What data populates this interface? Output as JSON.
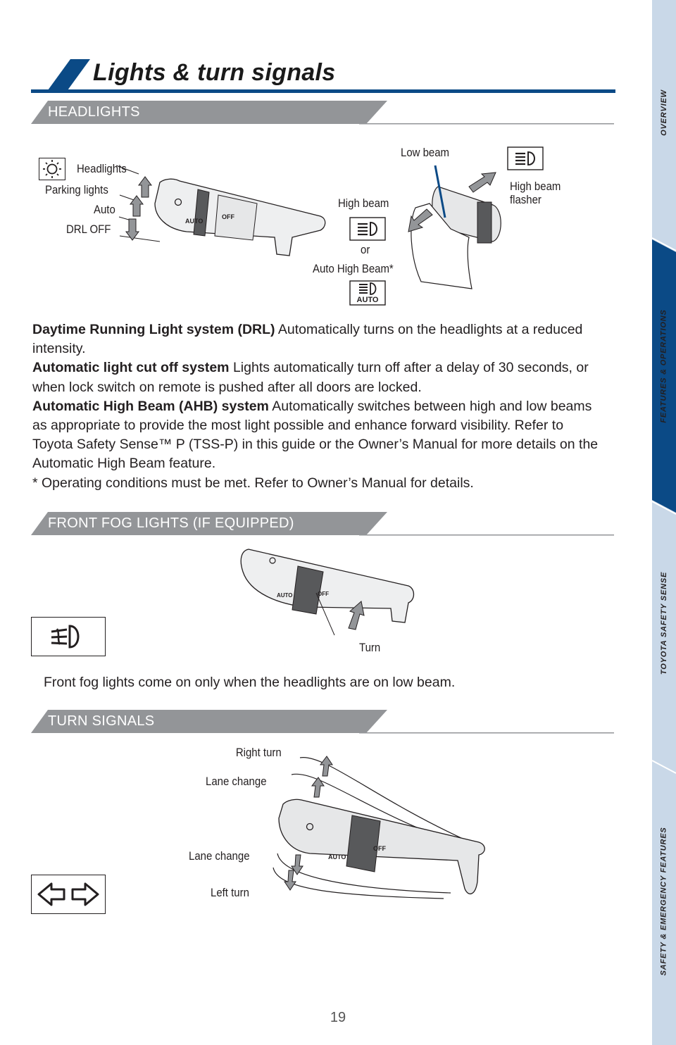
{
  "title": "Lights & turn signals",
  "sections": {
    "headlights": "HEADLIGHTS",
    "fog": "FRONT FOG LIGHTS (IF EQUIPPED)",
    "turn": "TURN SIGNALS"
  },
  "headlight_labels": {
    "headlights": "Headlights",
    "parking": "Parking lights",
    "auto": "Auto",
    "drl_off": "DRL OFF",
    "low_beam": "Low beam",
    "high_beam": "High beam",
    "or": "or",
    "auto_high_beam": "Auto High Beam*",
    "high_beam_flasher_1": "High beam",
    "high_beam_flasher_2": "flasher"
  },
  "switch_text": {
    "auto": "AUTO",
    "off": "OFF"
  },
  "body": {
    "p1_bold": "Daytime Running Light system (DRL)",
    "p1_text": " Automatically turns on the headlights at a reduced intensity.",
    "p2_bold": "Automatic light cut off system",
    "p2_text": " Lights automatically turn off after a delay of 30 seconds, or when lock switch on remote is pushed after all doors are locked.",
    "p3_bold": "Automatic High Beam (AHB) system",
    "p3_text": " Automatically switches between high and low beams as appropriate to provide the most light possible and enhance forward visibility. Refer to Toyota Safety Sense™ P (TSS-P) in this guide or the Owner’s Manual for more details on the Automatic High Beam feature.",
    "note": "* Operating conditions must be met. Refer to Owner’s Manual for details."
  },
  "fog": {
    "turn_label": "Turn",
    "note": "Front fog lights come on only when the headlights are on low beam."
  },
  "turn_labels": {
    "right_turn": "Right turn",
    "lane_change_up": "Lane change",
    "lane_change_down": "Lane change",
    "left_turn": "Left turn"
  },
  "side_tabs": [
    {
      "label": "OVERVIEW",
      "active": false
    },
    {
      "label": "FEATURES & OPERATIONS",
      "active": true
    },
    {
      "label": "TOYOTA SAFETY SENSE",
      "active": false
    },
    {
      "label": "SAFETY & EMERGENCY FEATURES",
      "active": false
    }
  ],
  "page_number": "19",
  "colors": {
    "brand_blue": "#0b4a86",
    "tab_light": "#c9d8e8",
    "header_gray": "#939598"
  }
}
